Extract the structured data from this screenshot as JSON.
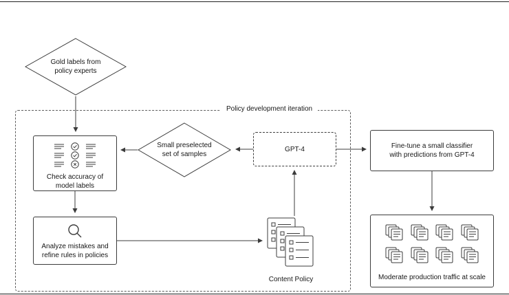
{
  "figure": {
    "type": "flow-diagram",
    "title": "Policy development iteration"
  },
  "nodes": {
    "gold_labels": {
      "label": "Gold labels from\npolicy experts",
      "shape": "diamond"
    },
    "iteration": {
      "label": "Policy development iteration",
      "shape": "dashed-container"
    },
    "check_accuracy": {
      "label": "Check accuracy of\nmodel labels",
      "shape": "box",
      "icon_rows": [
        "check-circle",
        "check-circle",
        "cross-circle"
      ]
    },
    "samples": {
      "label": "Small preselected\nset of samples",
      "shape": "diamond"
    },
    "gpt4": {
      "label": "GPT-4",
      "shape": "dashed-box"
    },
    "finetune": {
      "label": "Fine-tune a small classifier\nwith predictions from GPT-4",
      "shape": "box"
    },
    "analyze": {
      "label": "Analyze mistakes and\nrefine rules in policies",
      "shape": "box",
      "icon": "magnifier-icon"
    },
    "content_policy": {
      "label": "Content Policy",
      "icon": "document-stack-icon"
    },
    "moderate": {
      "label": "Moderate production traffic at scale",
      "shape": "box",
      "icon_grid": {
        "rows": 2,
        "cols": 4,
        "icon": "document-stack-icon"
      }
    }
  },
  "edges": [
    {
      "from": "gold_labels",
      "to": "check_accuracy",
      "direction": "down"
    },
    {
      "from": "samples",
      "to": "check_accuracy",
      "direction": "left"
    },
    {
      "from": "gpt4",
      "to": "samples",
      "direction": "left"
    },
    {
      "from": "check_accuracy",
      "to": "analyze",
      "direction": "down"
    },
    {
      "from": "analyze",
      "to": "content_policy",
      "direction": "right"
    },
    {
      "from": "content_policy",
      "to": "gpt4",
      "direction": "up"
    },
    {
      "from": "gpt4",
      "to": "finetune",
      "direction": "right"
    },
    {
      "from": "finetune",
      "to": "moderate",
      "direction": "down"
    }
  ],
  "colors": {
    "stroke": "#3b3b3b",
    "text": "#161616",
    "background": "#ffffff",
    "dashed_border": "#5c5c5c"
  }
}
